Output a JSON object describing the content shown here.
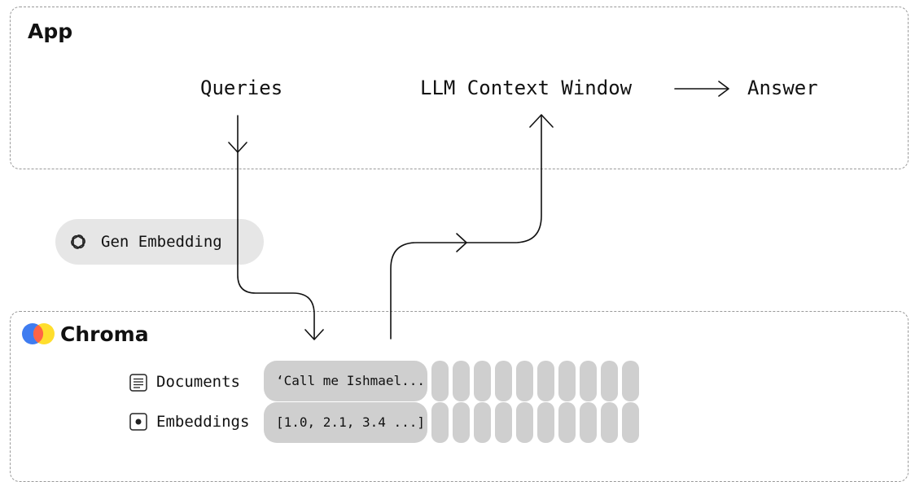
{
  "app": {
    "title": "App"
  },
  "flow": {
    "queries": "Queries",
    "context_window": "LLM Context Window",
    "answer": "Answer",
    "gen_embedding": "Gen Embedding"
  },
  "chroma": {
    "title": "Chroma",
    "rows": [
      {
        "label": "Documents",
        "icon": "document-icon",
        "value": "‘Call me Ishmael..."
      },
      {
        "label": "Embeddings",
        "icon": "embedding-icon",
        "value": "[1.0, 2.1, 3.4 ...]"
      }
    ],
    "logo_colors": [
      "#3f7cf0",
      "#ff6446",
      "#ffde2d"
    ]
  }
}
